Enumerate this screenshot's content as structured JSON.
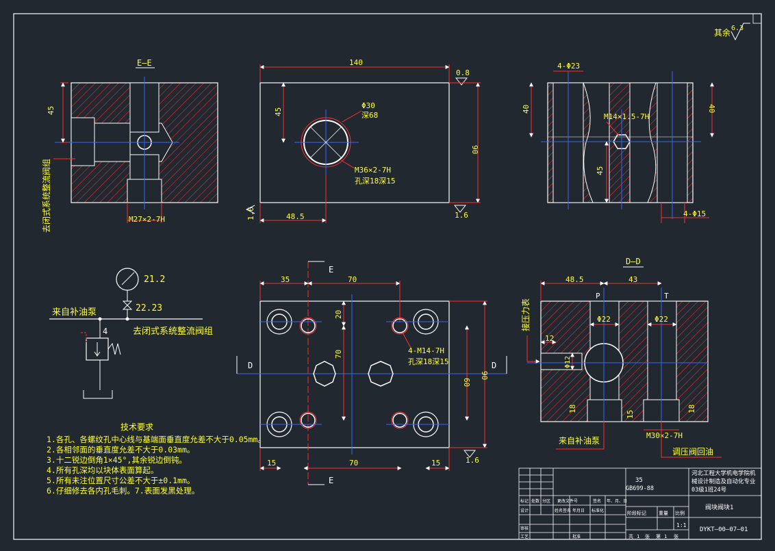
{
  "roughness": {
    "label": "其余",
    "value": "6.3"
  },
  "view_ee": {
    "title": "E—E",
    "dim_45": "45",
    "thread_label": "M27×2-7H",
    "side_label": "去闭式系统整流阀组"
  },
  "view_top": {
    "dim_140": "140",
    "roughness_top": "0.8",
    "dim_45": "45",
    "dim_90": "90",
    "dim_48_5": "48.5",
    "roughness_left": "1.6",
    "roughness_right": "1.6",
    "hole_note": [
      "Φ30",
      "深68"
    ],
    "thread_note": [
      "M36×2-7H",
      "孔深18深15"
    ]
  },
  "view_side": {
    "top_note": "4-Φ23",
    "dim_40_left": "40",
    "dim_40_right": "40",
    "thread_note": "M14×1.5-7H",
    "dim_45": "45",
    "bottom_note": "4-Φ15"
  },
  "hydraulic": {
    "gauge_value": "21.2",
    "valve_value": "22.23",
    "from_pump": "来自补油泵",
    "to_valve": "去闭式系统整流阀组",
    "relief_num": "4"
  },
  "view_bottom": {
    "section_mark": "E",
    "section_mark_bottom": "E",
    "side_mark_left": "D",
    "side_mark_right": "D",
    "dim_35": "35",
    "dim_70_top": "70",
    "dim_20": "20",
    "dim_70_vert": "70",
    "dim_60": "60",
    "dim_90": "90",
    "dim_15_left": "15",
    "dim_70_bottom": "70",
    "dim_15_right": "15",
    "roughness": "1.6",
    "thread_note": [
      "4-M14-7H",
      "孔深18深15"
    ]
  },
  "view_dd": {
    "title": "D—D",
    "dim_48_5": "48.5",
    "dim_43": "43",
    "port_p": "P",
    "port_t": "T",
    "dia_22_left": "Φ22",
    "dia_22_right": "Φ22",
    "dim_12": "12",
    "dia_12": "Φ12",
    "gauge_label": "接压力表",
    "dim_18_left": "18",
    "dim_15": "15",
    "dim_18_right": "18",
    "thread_note": "M30×2-7H",
    "from_pump": "来自补油泵",
    "to_valve": "调压阀回油"
  },
  "tech_req": {
    "title": "技术要求",
    "lines": [
      "1.各孔、各螺纹孔中心线与基端面垂直度允差不大于0.05mm。",
      "2.各相邻面的垂直度允差不大于0.03mm。",
      "3.十二锐边倒角1×45°,其余锐边倒钝。",
      "4.所有孔深均以块体表面算起。",
      "5.所有未注位置尺寸公差不大于±0.1mm。",
      "6.仔细修去各内孔毛刺。7.表面发黑处理。"
    ]
  },
  "title_block": {
    "material": "35",
    "standard": "GB699-88",
    "school": [
      "河北工程大学机电学院机",
      "械设计制造及自动化专业",
      "03级1班24号"
    ],
    "part_name": "阀块阀块1",
    "drawing_no": "DYKT—00—07—01",
    "scale": "1:1",
    "sheets": [
      "共",
      "1",
      "张",
      "第",
      "1",
      "张"
    ],
    "header_cells": [
      "标记",
      "处数",
      "分区",
      "更改文件号",
      "签名",
      "年、月、日"
    ],
    "design_cells": [
      "设计",
      "姓名签名",
      "年月日",
      "标准化"
    ],
    "stage_cells": [
      "阶段标记",
      "重量",
      "比例"
    ],
    "review_cells": [
      "审核",
      "工艺",
      "批准"
    ]
  }
}
